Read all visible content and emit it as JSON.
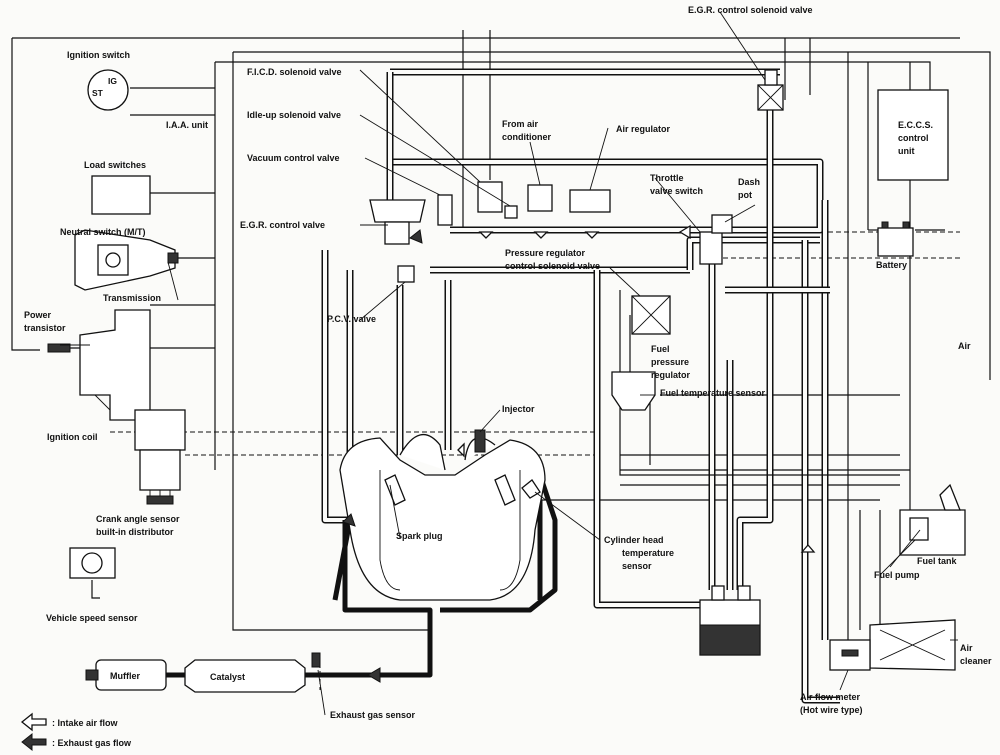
{
  "labels": {
    "egr_solenoid": "E.G.R. control solenoid valve",
    "ignition_switch": "Ignition switch",
    "ig": "IG",
    "st": "ST",
    "iaa_unit": "I.A.A. unit",
    "ficd": "F.I.C.D. solenoid valve",
    "idle_up": "Idle-up solenoid valve",
    "from_ac_1": "From air",
    "from_ac_2": "conditioner",
    "air_regulator": "Air regulator",
    "vacuum_control": "Vacuum control valve",
    "eccs_1": "E.C.C.S.",
    "eccs_2": "control",
    "eccs_3": "unit",
    "load_switches": "Load switches",
    "throttle_1": "Throttle",
    "throttle_2": "valve switch",
    "dash_1": "Dash",
    "dash_2": "pot",
    "egr_valve": "E.G.R. control valve",
    "neutral_switch": "Neutral switch (M/T)",
    "prc_1": "Pressure regulator",
    "prc_2": "control solenoid valve",
    "battery": "Battery",
    "transmission": "Transmission",
    "power_tr_1": "Power",
    "power_tr_2": "transistor",
    "pcv": "P.C.V. valve",
    "fpr_1": "Fuel",
    "fpr_2": "pressure",
    "fpr_3": "regulator",
    "fuel_temp": "Fuel temperature sensor",
    "injector": "Injector",
    "air": "Air",
    "ignition_coil": "Ignition coil",
    "crank_1": "Crank angle sensor",
    "crank_2": "built-in distributor",
    "spark_plug": "Spark plug",
    "cyl_1": "Cylinder head",
    "cyl_2": "temperature",
    "cyl_3": "sensor",
    "fuel_tank": "Fuel tank",
    "fuel_pump": "Fuel pump",
    "vss": "Vehicle speed sensor",
    "air_cleaner_1": "Air",
    "air_cleaner_2": "cleaner",
    "muffler": "Muffler",
    "catalyst": "Catalyst",
    "afm_1": "Air flow meter",
    "afm_2": "(Hot wire type)",
    "exhaust_sensor": "Exhaust gas sensor",
    "legend_intake": ": Intake air flow",
    "legend_exhaust": ": Exhaust gas flow"
  }
}
